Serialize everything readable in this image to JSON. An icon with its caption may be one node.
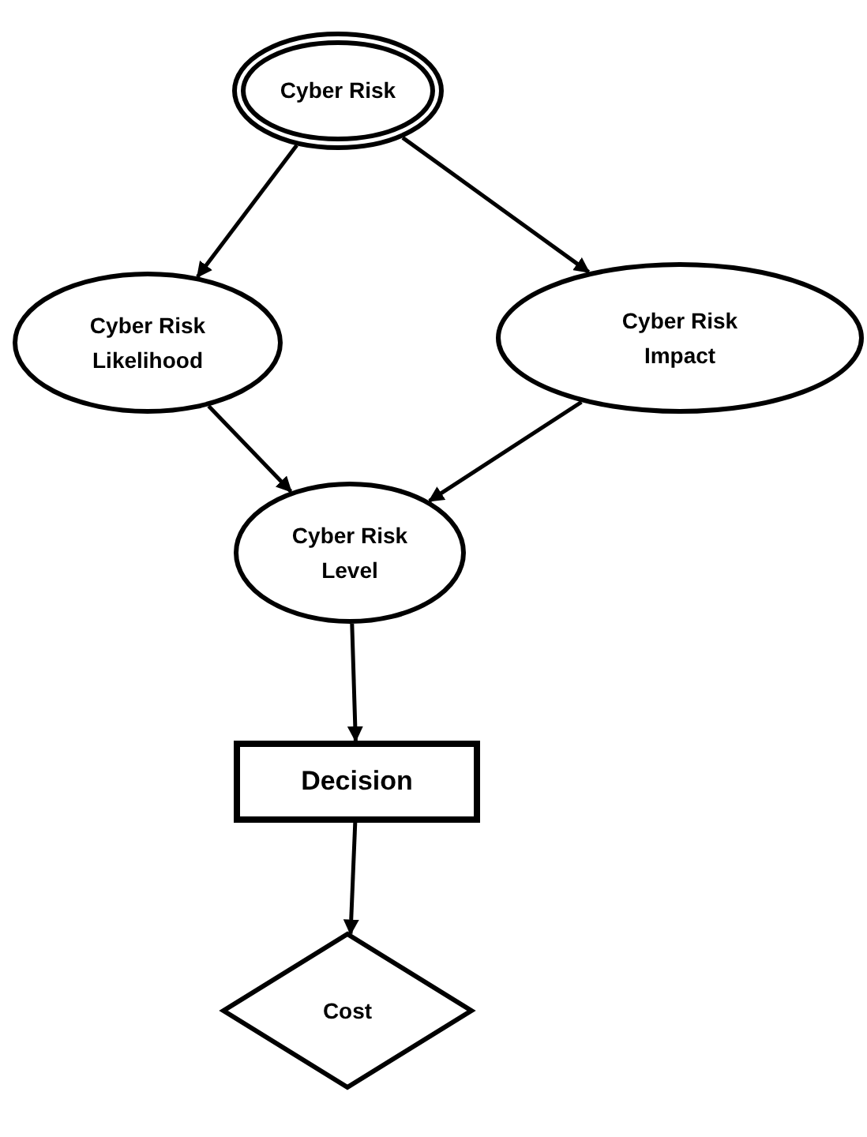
{
  "diagram": {
    "nodes": [
      {
        "text": [
          "Cyber Risk"
        ]
      },
      {
        "text": [
          "Cyber Risk Likelihood"
        ]
      },
      {
        "text": [
          "Cyber Risk Impact"
        ]
      },
      {
        "text": [
          "Cyber Risk Level"
        ]
      },
      {
        "text": [
          "Decision"
        ]
      },
      {
        "text": [
          "Cost"
        ]
      }
    ],
    "edges": [
      {
        "from": 0,
        "to": 1,
        "arrow": "to"
      },
      {
        "from": 0,
        "to": 2,
        "arrow": "to"
      },
      {
        "from": 1,
        "to": 3,
        "arrow": "to"
      },
      {
        "from": 2,
        "to": 3,
        "arrow": "to"
      },
      {
        "from": 3,
        "to": 4,
        "arrow": "to"
      },
      {
        "from": 4,
        "to": 5,
        "arrow": "to"
      }
    ]
  }
}
